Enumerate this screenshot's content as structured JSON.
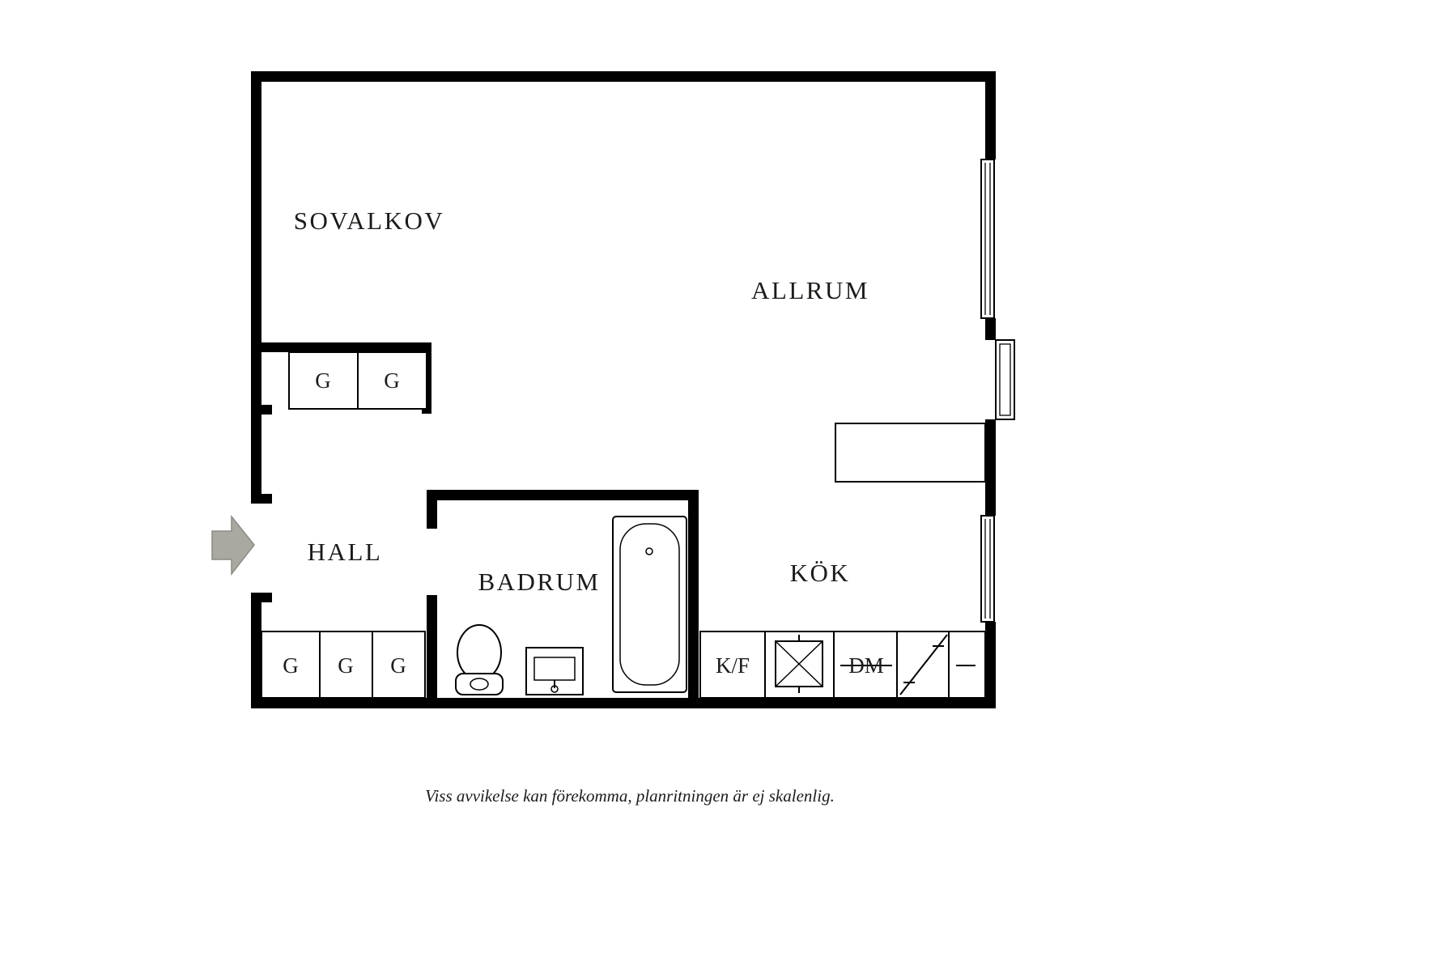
{
  "rooms": {
    "sovalkov": "SOVALKOV",
    "allrum": "ALLRUM",
    "hall": "HALL",
    "badrum": "BADRUM",
    "kok": "KÖK"
  },
  "closets": {
    "upper": [
      "G",
      "G"
    ],
    "lower": [
      "G",
      "G",
      "G"
    ]
  },
  "kitchen": {
    "fridge_freezer_label": "K/F",
    "dishwasher_label": "DM"
  },
  "icons": {
    "entrance_arrow": "right-arrow",
    "kitchen_sink": "crossed-square",
    "stove": "diagonal-line",
    "toilet": "toilet",
    "bathroom_sink": "washbasin",
    "bathtub": "bathtub",
    "window": "double-line-window",
    "balcony_door": "door-leaf"
  },
  "colors": {
    "walls": "#000000",
    "entrance_arrow_fill": "#a9a8a1",
    "entrance_arrow_stroke": "#8b8a83"
  },
  "footer": {
    "disclaimer": "Viss avvikelse kan förekomma, planritningen är ej skalenlig."
  }
}
